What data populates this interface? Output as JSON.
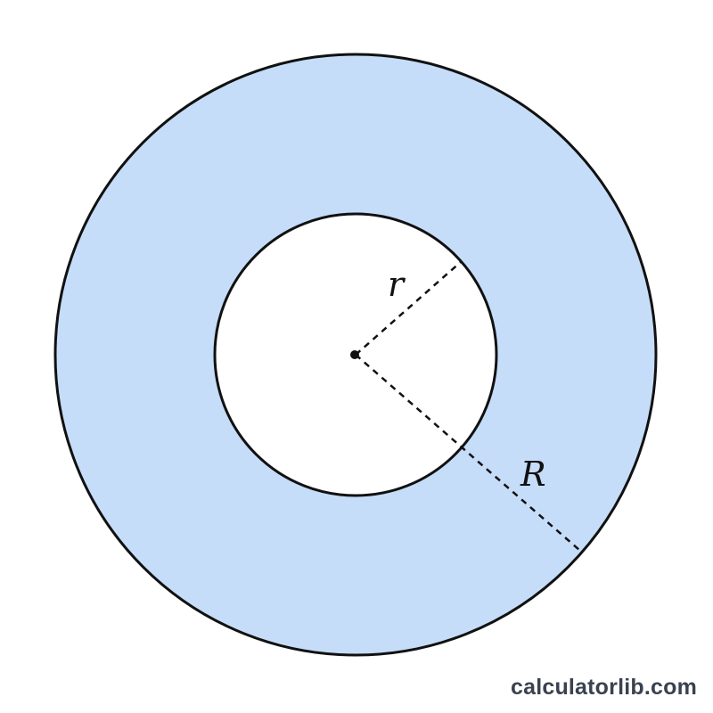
{
  "diagram": {
    "inner_radius_label": "r",
    "outer_radius_label": "R"
  },
  "watermark": {
    "text": "calculatorlib.com"
  },
  "colors": {
    "annulus_fill": "#c5ddf8",
    "inner_fill": "#ffffff",
    "stroke": "#111111",
    "watermark": "#3a4250"
  }
}
